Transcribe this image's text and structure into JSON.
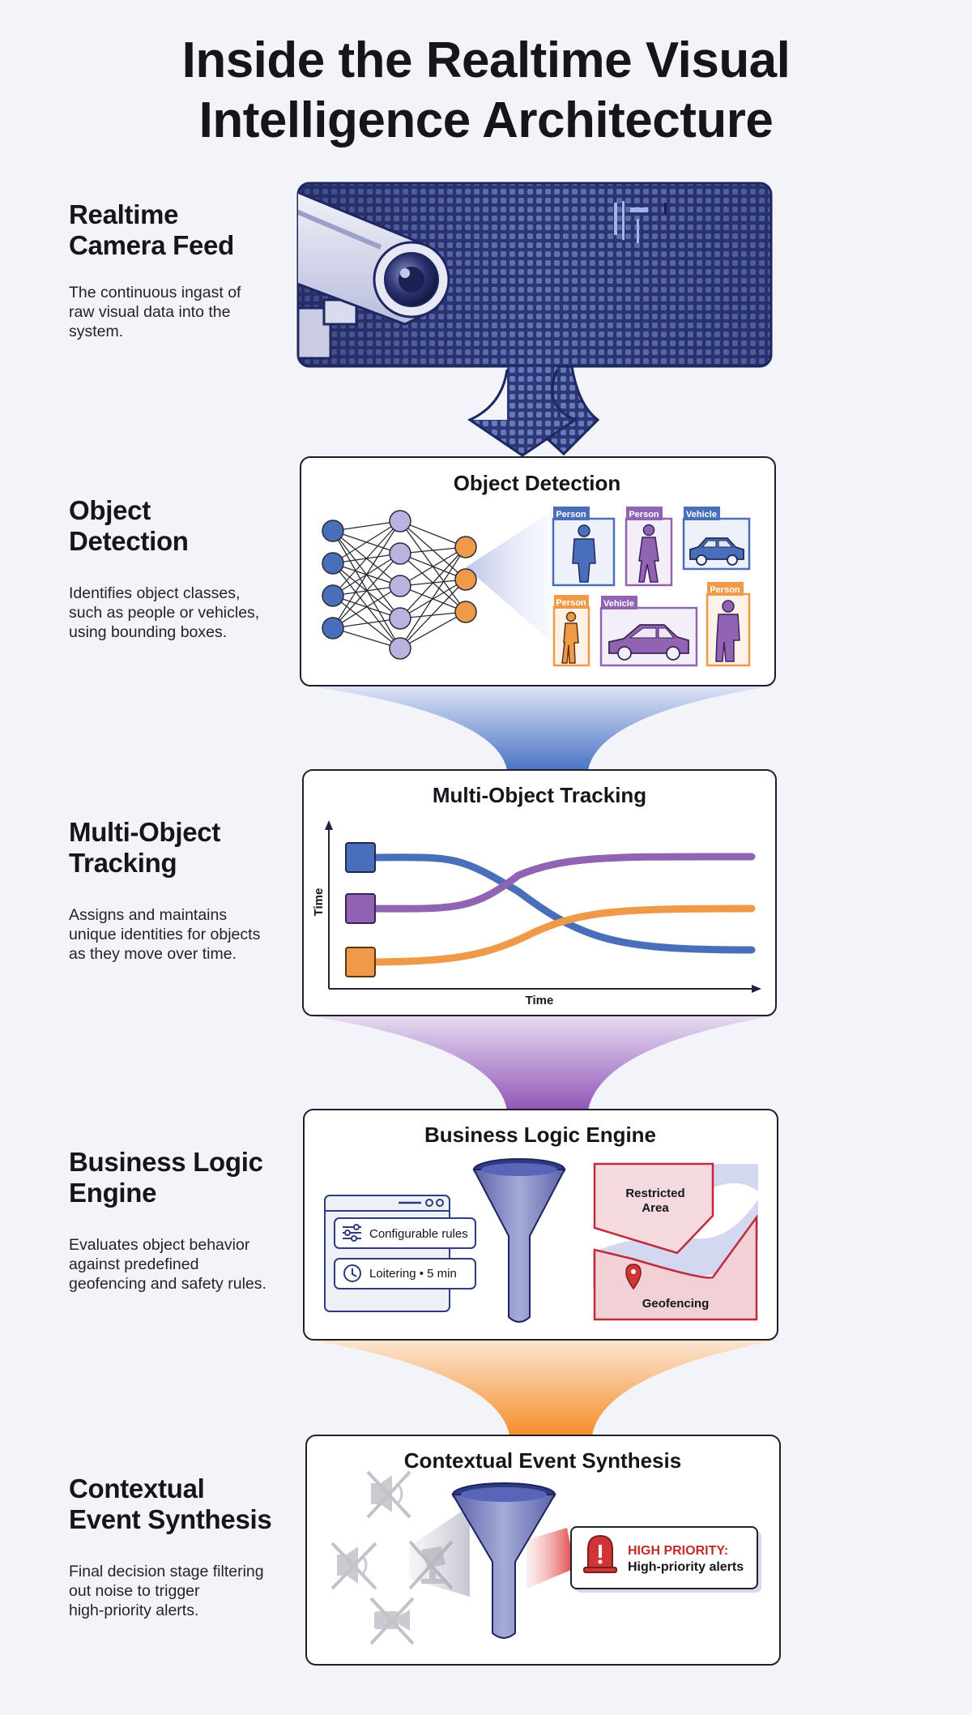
{
  "title": {
    "line1": "Inside the Realtime Visual",
    "line2": "Intelligence Architecture"
  },
  "stages": [
    {
      "name_line1": "Realtime",
      "name_line2": "Camera Feed",
      "desc_line1": "The continuous ingast of",
      "desc_line2": "raw visual data into the",
      "desc_line3": "system."
    },
    {
      "name_line1": "Object",
      "name_line2": "Detection",
      "desc_line1": "Identifies object classes,",
      "desc_line2": "such as people or vehicles,",
      "desc_line3": "using bounding boxes."
    },
    {
      "name_line1": "Multi-Object",
      "name_line2": "Tracking",
      "desc_line1": "Assigns and maintains",
      "desc_line2": "unique identities for objects",
      "desc_line3": "as they move over time."
    },
    {
      "name_line1": "Business Logic",
      "name_line2": "Engine",
      "desc_line1": "Evaluates object behavior",
      "desc_line2": "against predefined",
      "desc_line3": "geofencing and safety rules."
    },
    {
      "name_line1": "Contextual",
      "name_line2": "Event Synthesis",
      "desc_line1": "Final decision stage filtering",
      "desc_line2": "out noise to trigger",
      "desc_line3": "high-priority alerts."
    }
  ],
  "detection": {
    "title": "Object Detection",
    "labels": [
      "Person",
      "Person",
      "Vehicle",
      "Person",
      "Vehicle",
      "Person"
    ]
  },
  "tracking": {
    "title": "Multi-Object Tracking",
    "y_label": "Time",
    "x_label": "Time"
  },
  "logic": {
    "title": "Business Logic Engine",
    "rule1": "Configurable rules",
    "rule2": "Loitering • 5 min",
    "zone_line1": "Restricted",
    "zone_line2": "Area",
    "geofence": "Geofencing"
  },
  "synthesis": {
    "title": "Contextual Event Synthesis",
    "alert_line1": "HIGH PRIORITY:",
    "alert_line2": "High-priority alerts"
  },
  "colors": {
    "blue": "#4a6fba",
    "purple": "#9163b3",
    "orange": "#ee9a48",
    "navy": "#2f3c7e",
    "red": "#d03535"
  }
}
